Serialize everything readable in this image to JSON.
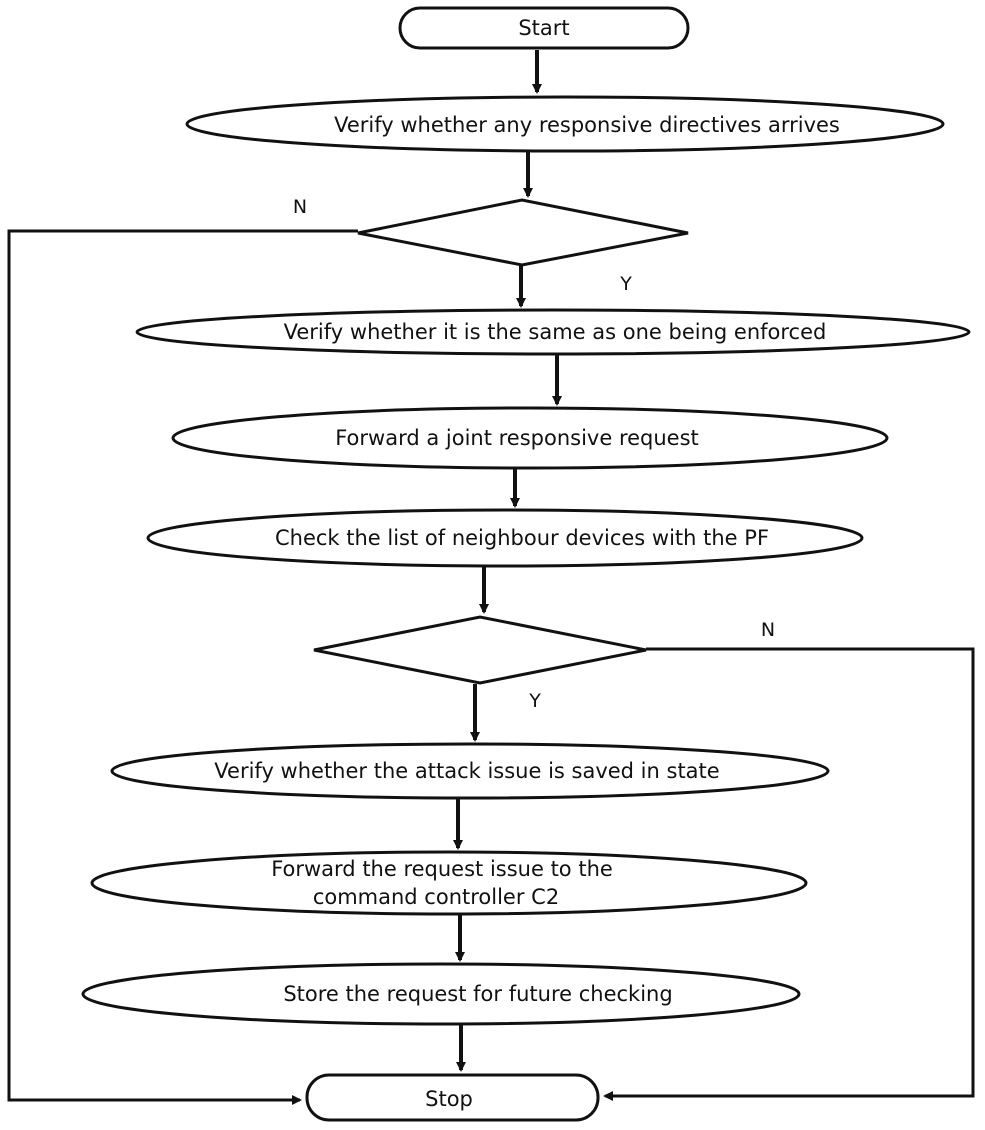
{
  "nodes": {
    "start": "Start",
    "verify_directives": "Verify whether any responsive directives arrives",
    "verify_same": "Verify whether it is the same as one being enforced",
    "forward_joint": "Forward a joint responsive request",
    "check_neighbours": "Check the list of neighbour devices with the PF",
    "verify_attack": "Verify whether the attack issue is saved in state",
    "forward_request_line1": "Forward the request issue to the",
    "forward_request_line2": "command controller C2",
    "store_request": "Store the request for future checking",
    "stop": "Stop"
  },
  "branches": {
    "decision1_no": "N",
    "decision1_yes": "Y",
    "decision2_no": "N",
    "decision2_yes": "Y"
  }
}
